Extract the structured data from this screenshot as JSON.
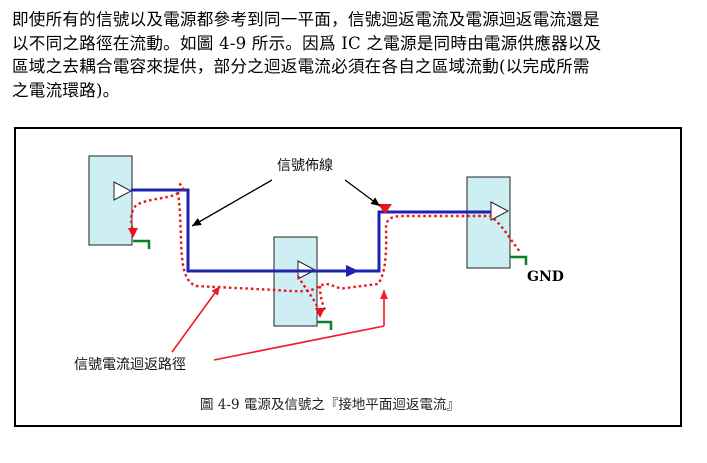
{
  "paragraph": {
    "lines": [
      "即使所有的信號以及電源都參考到同一平面，信號迴返電流及電源迴返電流還是",
      "以不同之路徑在流動。如圖 4-9 所示。因爲 IC 之電源是同時由電源供應器以及",
      "區域之去耦合電容來提供，部分之迴返電流必須在各自之區域流動(以完成所需",
      "之電流環路)。"
    ]
  },
  "figure": {
    "signal_trace_label": "信號佈線",
    "return_path_label": "信號電流迴返路徑",
    "gnd_label": "GND",
    "caption": "圖 4-9  電源及信號之『接地平面迴返電流』",
    "colors": {
      "ic_fill": "#cdeef2",
      "signal_trace": "#1f22b0",
      "return_path": "#e8141b",
      "ground": "#0e7d2f",
      "pointer_red": "#ee1c24",
      "pointer_black": "#000000"
    }
  }
}
